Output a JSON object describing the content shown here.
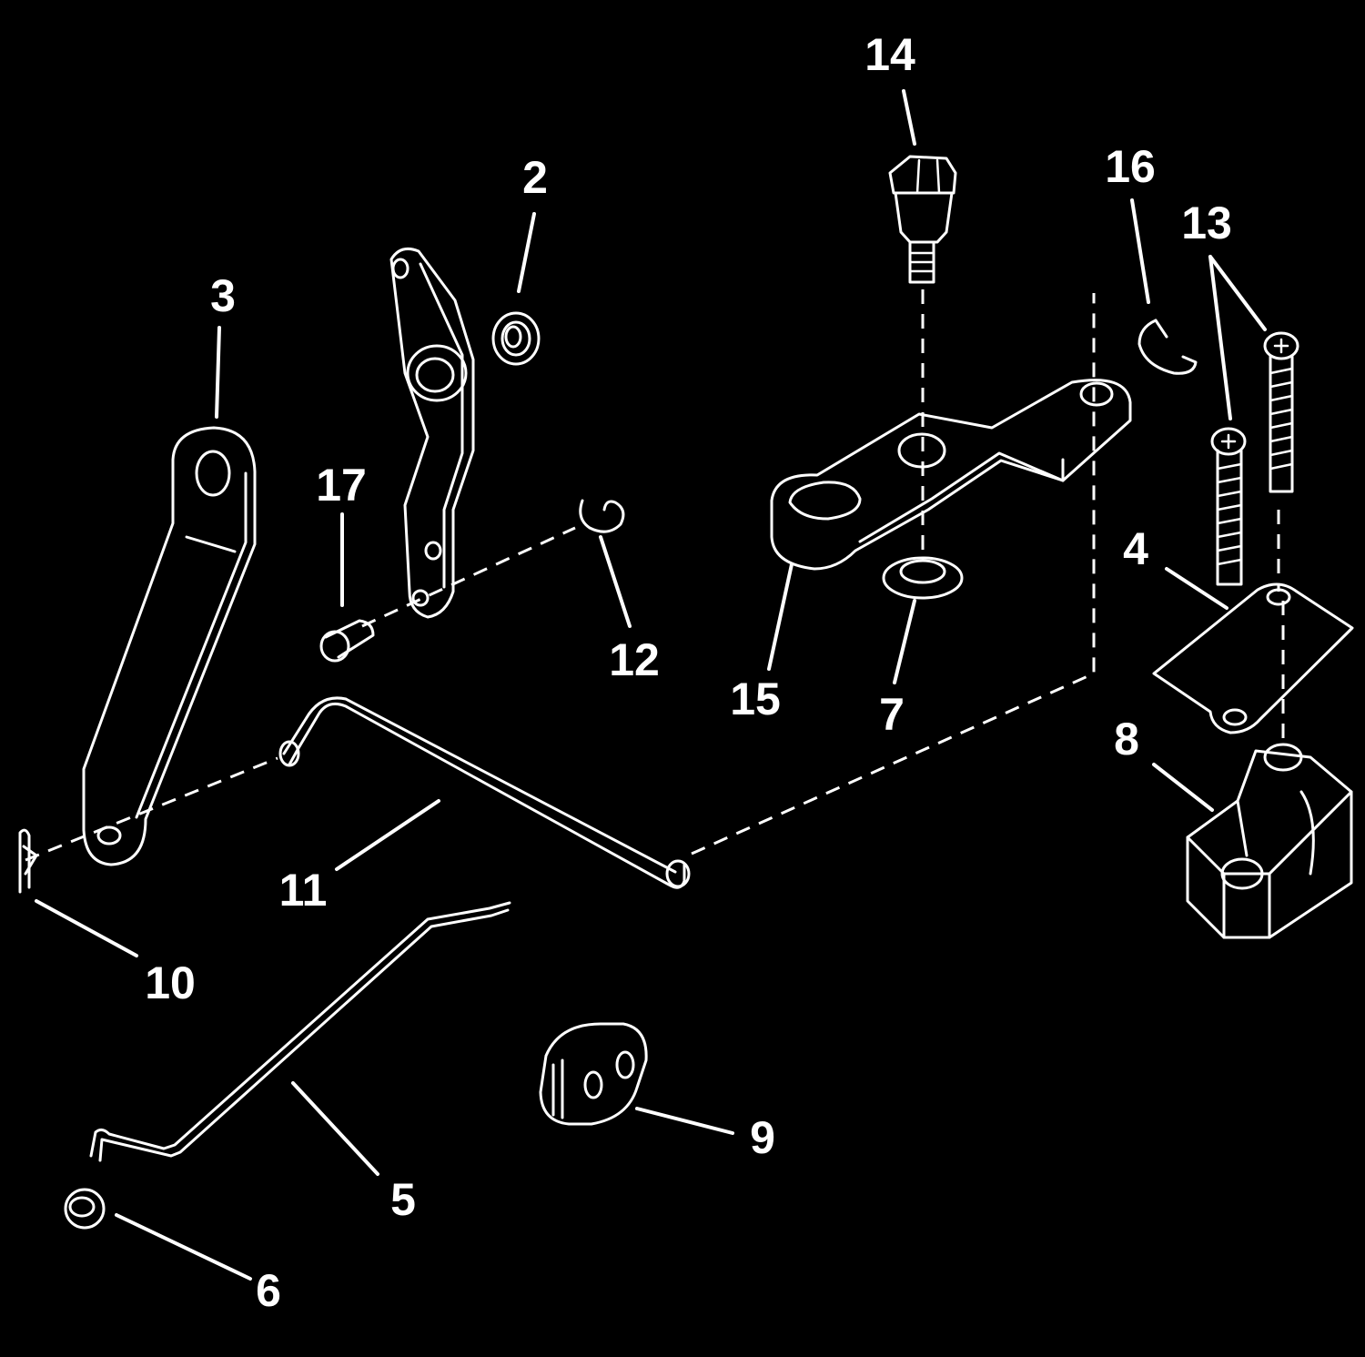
{
  "background_color": "#000000",
  "line_color": "#ffffff",
  "callouts": {
    "c2": "2",
    "c3": "3",
    "c4": "4",
    "c5": "5",
    "c6": "6",
    "c7": "7",
    "c8": "8",
    "c9": "9",
    "c10": "10",
    "c11": "11",
    "c12": "12",
    "c13": "13",
    "c14": "14",
    "c15": "15",
    "c16": "16",
    "c17": "17"
  }
}
